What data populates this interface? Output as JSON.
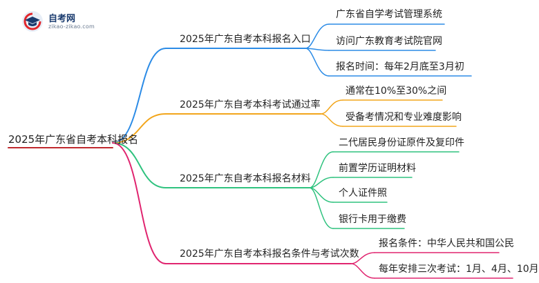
{
  "logo": {
    "title": "自考网",
    "url": "zikao-zikao.com"
  },
  "root": "2025年广东省自考本科报名",
  "colors": {
    "blue": "#2b8be6",
    "orange": "#f2a51a",
    "green": "#2ec27e",
    "pink": "#e0246f",
    "root_line": "#c0282d"
  },
  "branches": [
    {
      "label": "2025年广东自考本科报名入口",
      "color": "blue",
      "children": [
        "广东省自学考试管理系统",
        "访问广东教育考试院官网",
        "报名时间：每年2月底至3月初"
      ]
    },
    {
      "label": "2025年广东自考本科考试通过率",
      "color": "orange",
      "children": [
        "通常在10%至30%之间",
        "受备考情况和专业难度影响"
      ]
    },
    {
      "label": "2025年广东自考本科报名材料",
      "color": "green",
      "children": [
        "二代居民身份证原件及复印件",
        "前置学历证明材料",
        "个人证件照",
        "银行卡用于缴费"
      ]
    },
    {
      "label": "2025年广东自考本科报名条件与考试次数",
      "color": "pink",
      "children": [
        "报名条件：中华人民共和国公民",
        "每年安排三次考试：1月、4月、10月"
      ]
    }
  ]
}
